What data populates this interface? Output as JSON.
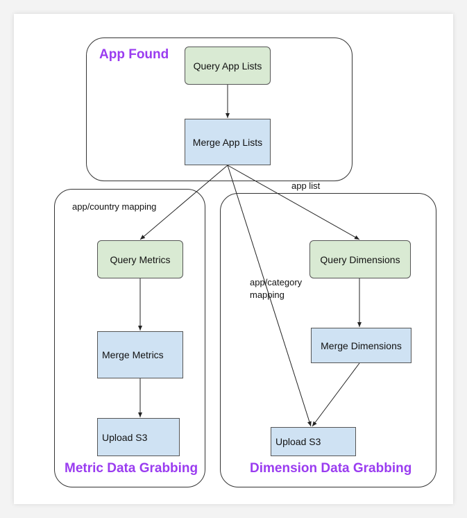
{
  "groups": {
    "app_found": {
      "title": "App Found"
    },
    "metric": {
      "title": "Metric Data Grabbing"
    },
    "dimension": {
      "title": "Dimension Data Grabbing"
    }
  },
  "nodes": {
    "query_app_lists": "Query App Lists",
    "merge_app_lists": "Merge App Lists",
    "query_metrics": "Query Metrics",
    "merge_metrics": "Merge Metrics",
    "upload_s3_metric": "Upload S3",
    "query_dimensions": "Query Dimensions",
    "merge_dimensions": "Merge Dimensions",
    "upload_s3_dimension": "Upload S3"
  },
  "edge_labels": {
    "app_list": "app list",
    "app_country_mapping": "app/country mapping",
    "app_category_mapping_line1": "app/category",
    "app_category_mapping_line2": "mapping"
  },
  "colors": {
    "group_title": "#9a3cf0",
    "green_node": "#d9ead3",
    "blue_node": "#cfe2f3"
  }
}
